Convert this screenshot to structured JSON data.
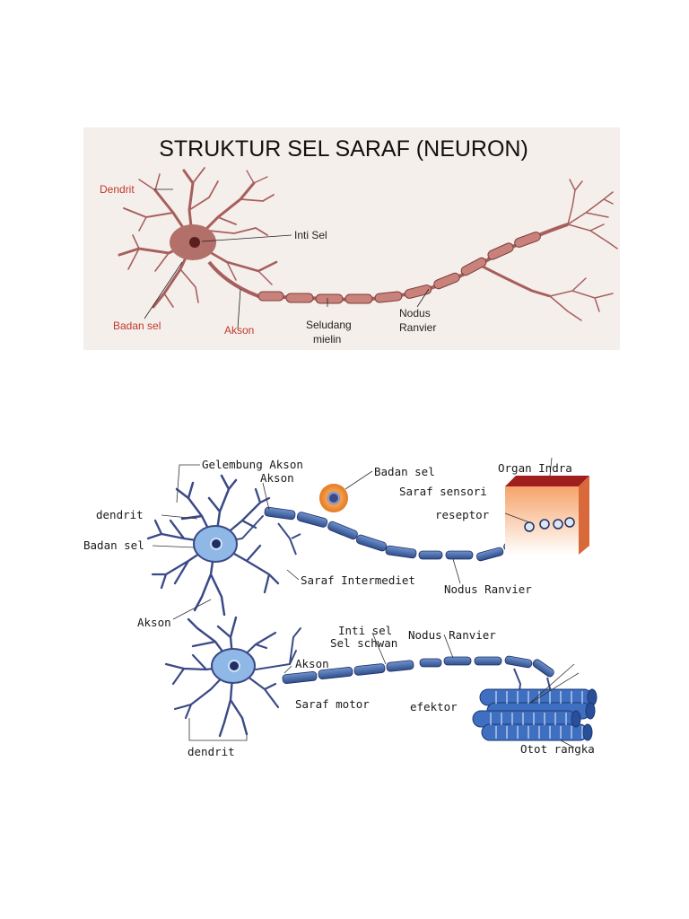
{
  "figure1": {
    "title": "STRUKTUR SEL SARAF (NEURON)",
    "labels": {
      "dendrit": "Dendrit",
      "inti_sel": "Inti Sel",
      "badan_sel": "Badan sel",
      "akson": "Akson",
      "seludang_line1": "Seludang",
      "seludang_line2": "mielin",
      "nodus_line1": "Nodus",
      "nodus_line2": "Ranvier"
    },
    "colors": {
      "neuron": "#a75f5c",
      "label_red": "#c0392b",
      "background": "#f5efec"
    }
  },
  "figure2": {
    "labels": {
      "gelembung_akson": "Gelembung Akson",
      "akson_top": "Akson",
      "badan_sel_ball": "Badan sel",
      "organ_indra": "Organ Indra",
      "saraf_sensori": "Saraf sensori",
      "reseptor": "reseptor",
      "dendrit_top": "dendrit",
      "badan_sel_left": "Badan sel",
      "saraf_intermediet": "Saraf Intermediet",
      "nodus_ranvier_1": "Nodus Ranvier",
      "akson_left": "Akson",
      "inti_sel": "Inti sel",
      "sel_schwan": "Sel schwan",
      "nodus_ranvier_2": "Nodus Ranvier",
      "akson_motor": "Akson",
      "saraf_motor": "Saraf motor",
      "efektor": "efektor",
      "dendrit_bottom": "dendrit",
      "otot_rangka": "Otot rangka"
    },
    "colors": {
      "neuron": "#3b4a86",
      "myelin": "#4a6fb0",
      "soma": "#8fb8e6",
      "skin": "#e8743a",
      "muscle": "#3f6fc0"
    }
  }
}
